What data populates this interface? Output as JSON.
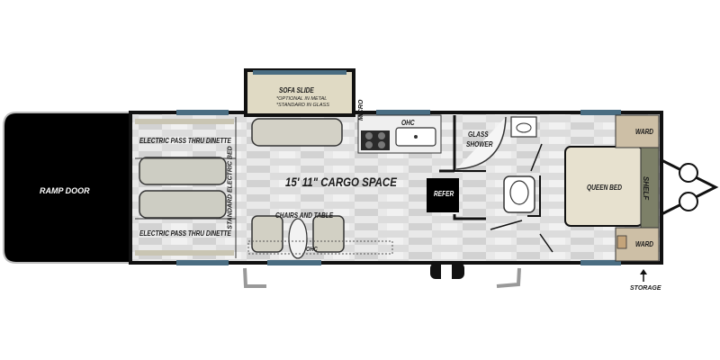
{
  "labels": {
    "ramp_door": "RAMP DOOR",
    "dinette_top": "ELECTRIC PASS THRU DINETTE",
    "dinette_bottom": "ELECTRIC PASS THRU DINETTE",
    "standard_bed": "STANDARD ELECTRIC BED",
    "sofa_slide": "SOFA SLIDE",
    "sofa_note_1": "*OPTIONAL IN METAL",
    "sofa_note_2": "*STANDARD IN GLASS",
    "micro": "MICRO",
    "ohc_top": "OHC",
    "ohc_bottom": "OHC",
    "cargo_space": "15' 11\" CARGO SPACE",
    "chairs_table": "CHAIRS AND TABLE",
    "refer": "REFER",
    "glass_shower_1": "GLASS",
    "glass_shower_2": "SHOWER",
    "queen_bed": "QUEEN BED",
    "shelf": "SHELF",
    "ward_top": "WARD",
    "ward_bottom": "WARD",
    "storage": "STORAGE"
  },
  "colors": {
    "outline": "#111111",
    "floor_light": "#e8e8e8",
    "floor_mid": "#d2d2d2",
    "cushion": "#c8c8be",
    "sofa_slide": "#d9d3bd",
    "window": "#4a6d82",
    "wardrobe": "#cdbfa6",
    "ramp": "#000000"
  }
}
